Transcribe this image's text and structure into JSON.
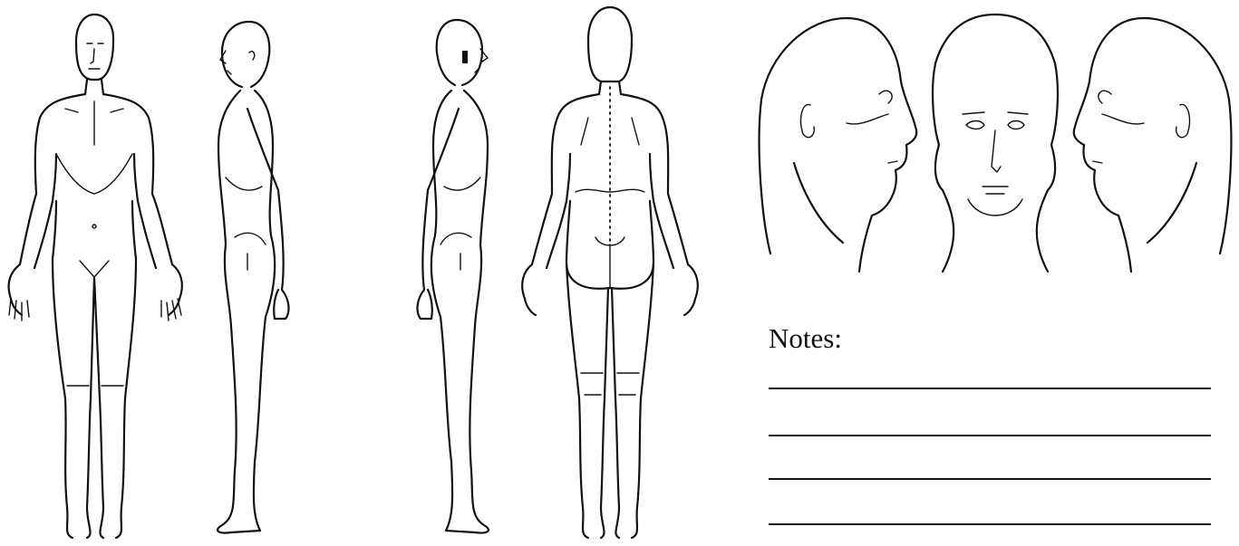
{
  "figures": {
    "front": "body-front-view",
    "side_right": "body-side-view-facing-left",
    "side_left": "body-side-view-facing-right",
    "back": "body-back-view",
    "heads": [
      "head-profile-facing-right",
      "head-front-view",
      "head-profile-facing-left"
    ]
  },
  "notes": {
    "label": "Notes:",
    "line_count": 4
  },
  "colors": {
    "ink": "#111111",
    "paper": "#ffffff"
  }
}
